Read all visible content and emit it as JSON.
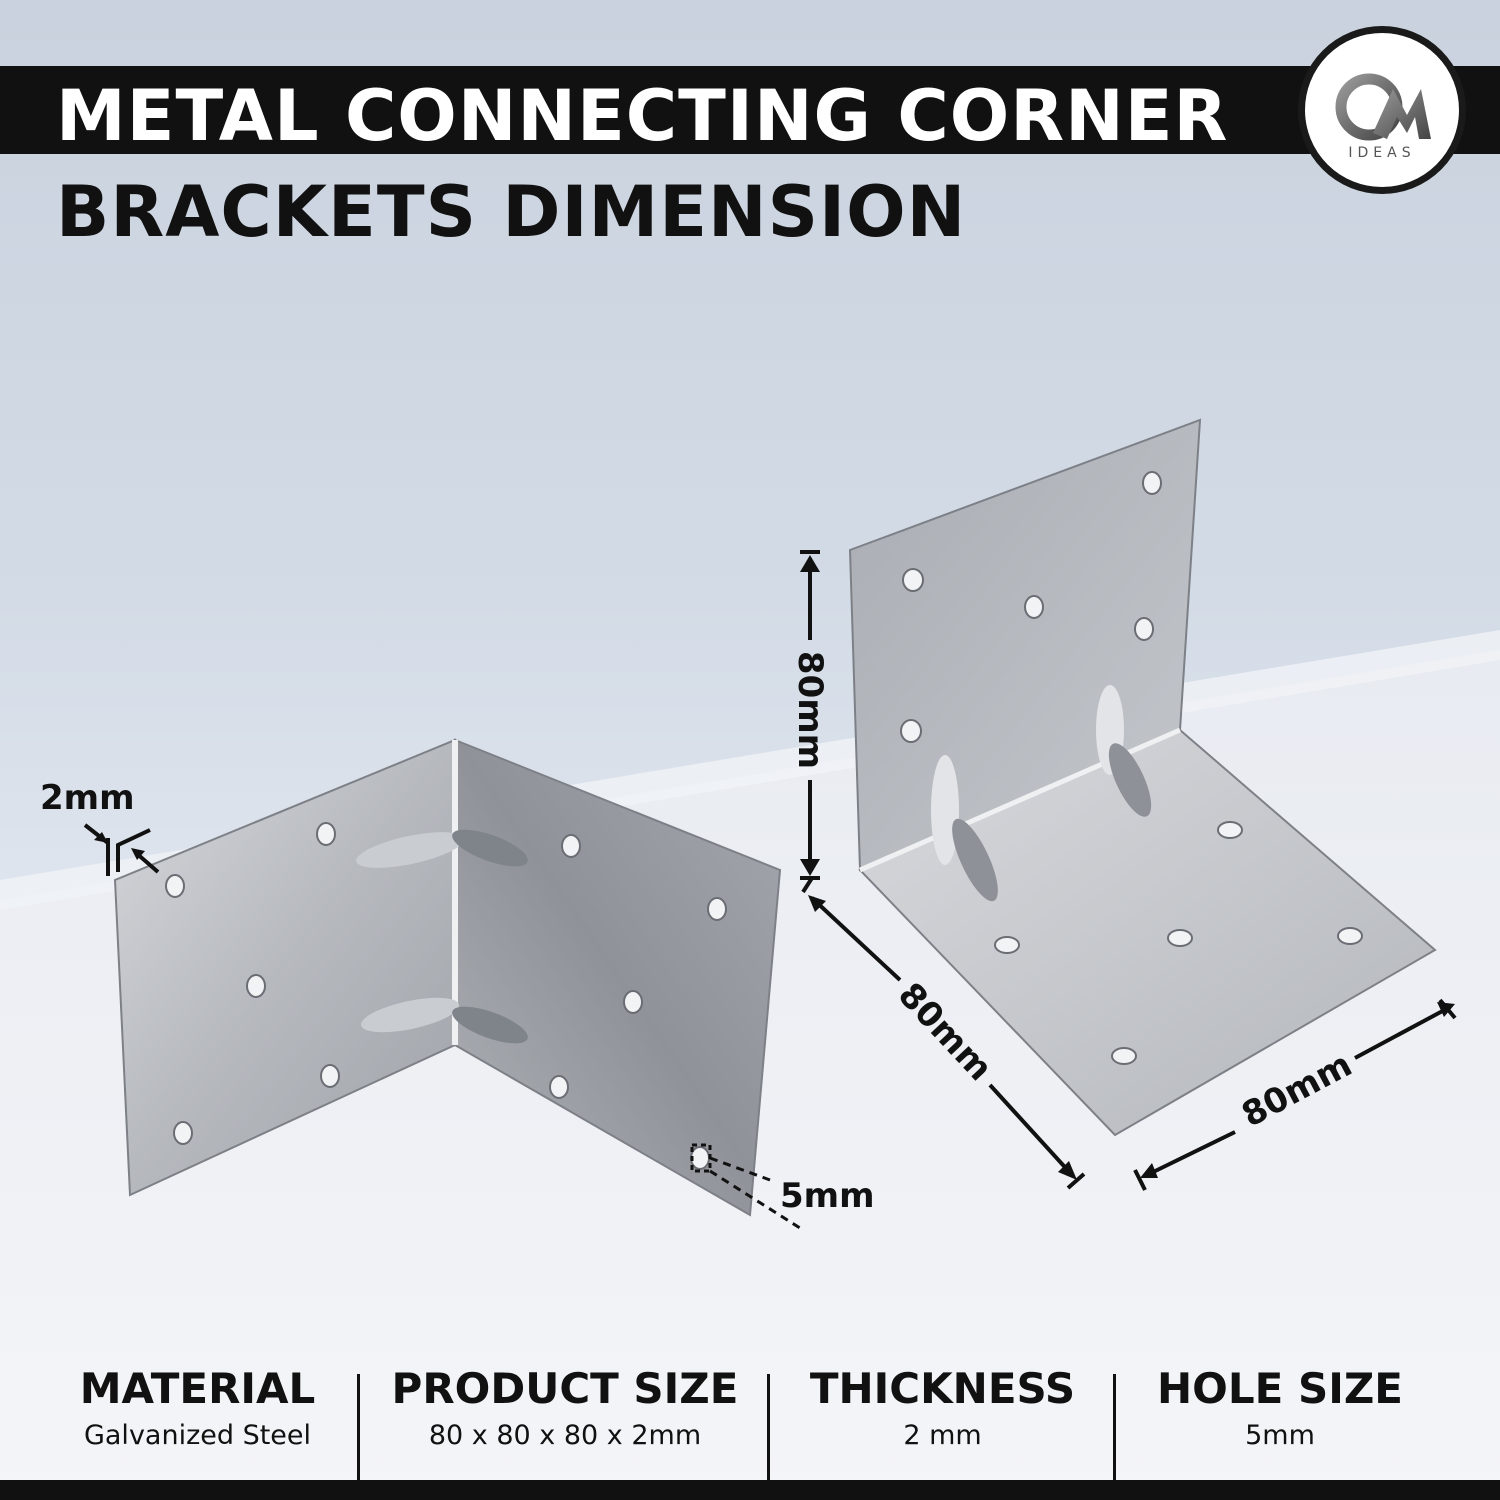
{
  "title": {
    "line1": "METAL CONNECTING CORNER",
    "line2": "BRACKETS DIMENSION"
  },
  "logo": {
    "mark": "QM",
    "text": "IDEAS"
  },
  "dimensions": {
    "thickness": "2mm",
    "hole": "5mm",
    "height": "80mm",
    "depth": "80mm",
    "width": "80mm"
  },
  "specs": [
    {
      "heading": "MATERIAL",
      "value": "Galvanized Steel"
    },
    {
      "heading": "PRODUCT SIZE",
      "value": "80 x 80 x 80 x 2mm"
    },
    {
      "heading": "THICKNESS",
      "value": "2 mm"
    },
    {
      "heading": "HOLE SIZE",
      "value": "5mm"
    }
  ],
  "colors": {
    "bar": "#111111",
    "metal": "#b9bcc1",
    "background": "#d3dbe6"
  }
}
